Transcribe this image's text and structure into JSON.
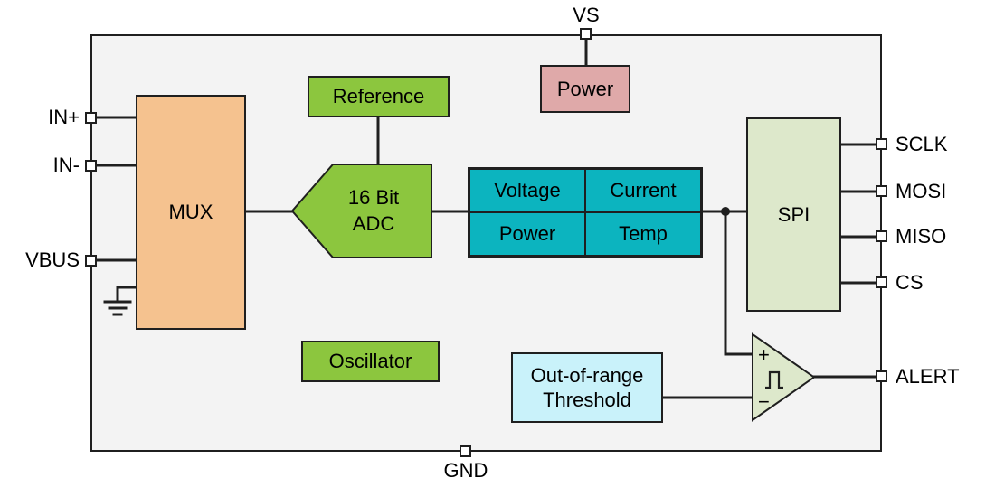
{
  "colors": {
    "block_green": "#8cc63e",
    "mux_orange": "#f5c28f",
    "power_pink": "#dfa9a9",
    "registers_teal": "#0cb4bf",
    "spi_sage": "#dde8cb",
    "threshold_cyan": "#c9f2fa",
    "chip_background": "#f3f3f3",
    "line_black": "#1f1f1f"
  },
  "pins": {
    "vs": "VS",
    "gnd": "GND",
    "in_plus": "IN+",
    "in_minus": "IN-",
    "vbus": "VBUS",
    "sclk": "SCLK",
    "mosi": "MOSI",
    "miso": "MISO",
    "cs": "CS",
    "alert": "ALERT"
  },
  "blocks": {
    "power": "Power",
    "reference": "Reference",
    "mux": "MUX",
    "adc": {
      "line1": "16 Bit",
      "line2": "ADC"
    },
    "oscillator": "Oscillator",
    "spi": "SPI",
    "threshold": {
      "line1": "Out-of-range",
      "line2": "Threshold"
    },
    "registers": {
      "voltage": "Voltage",
      "current": "Current",
      "power": "Power",
      "temp": "Temp"
    }
  },
  "comparator": {
    "plus": "+",
    "minus": "−"
  }
}
